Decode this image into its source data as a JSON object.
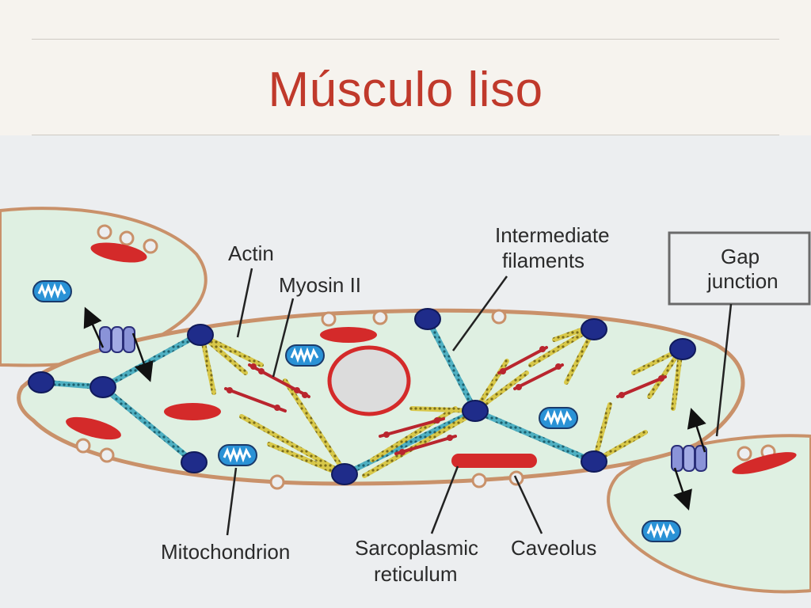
{
  "slide": {
    "title": "Músculo liso"
  },
  "labels": {
    "actin": "Actin",
    "myosin": "Myosin II",
    "intermediate_1": "Intermediate",
    "intermediate_2": "filaments",
    "gap_1": "Gap",
    "gap_2": "junction",
    "mitochondrion": "Mitochondrion",
    "sarco_1": "Sarcoplasmic",
    "sarco_2": "reticulum",
    "caveolus": "Caveolus"
  },
  "colors": {
    "title": "#c0392b",
    "cytoplasm": "#dff0e2",
    "membrane": "#c9916a",
    "dense_body": "#1f2c8a",
    "actin": "#3d9bb0",
    "myosin": "#b9252e",
    "thin_filament": "#d8c84a",
    "sarcoplasmic_reticulum": "#d42a2a",
    "mitochondrion": "#2a92d6",
    "nucleus_ring": "#d42a2a"
  }
}
